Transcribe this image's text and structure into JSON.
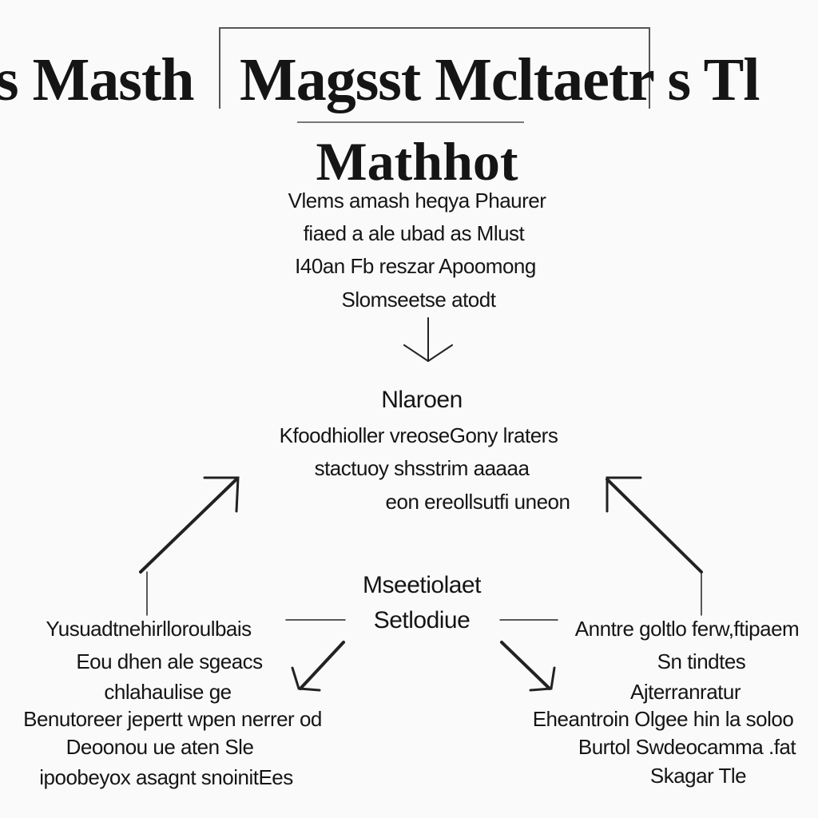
{
  "header": {
    "left_title": "s Masth",
    "right_title": "Magsst Mcltaetr s Tl"
  },
  "main": {
    "title": "Mathhot",
    "lines": [
      "Vlems amash heqya Phaurer",
      "fiaed a ale ubad as Mlust",
      "I40an Fb reszar Apoomong",
      "Slomseetse atodt"
    ]
  },
  "middle": {
    "title": "Nlaroen",
    "lines": [
      "Kfoodhioller vreoseGony lraters",
      "stactuoy shsstrim aaaaa",
      "eon ereollsutfi uneon"
    ]
  },
  "center": {
    "title": "Mseetiolaet",
    "subtitle": "Setlodiue"
  },
  "left_col": {
    "lines": [
      "Yusuadtnehirlloroulbais",
      "Eou dhen ale sgeacs",
      "chlahaulise ge",
      "Benutoreer jepertt wpen nerrer od",
      "Deoonou ue aten Sle",
      "ipoobeyox asagnt snoinitEes"
    ]
  },
  "right_col": {
    "lines": [
      "Anntre goltlo ferw,ftipaem",
      "Sn tindtes",
      "Ajterranratur",
      "Eheantroin Olgee hin la soloo",
      "Burtol Swdeocamma .fat",
      "Skagar Tle"
    ]
  }
}
